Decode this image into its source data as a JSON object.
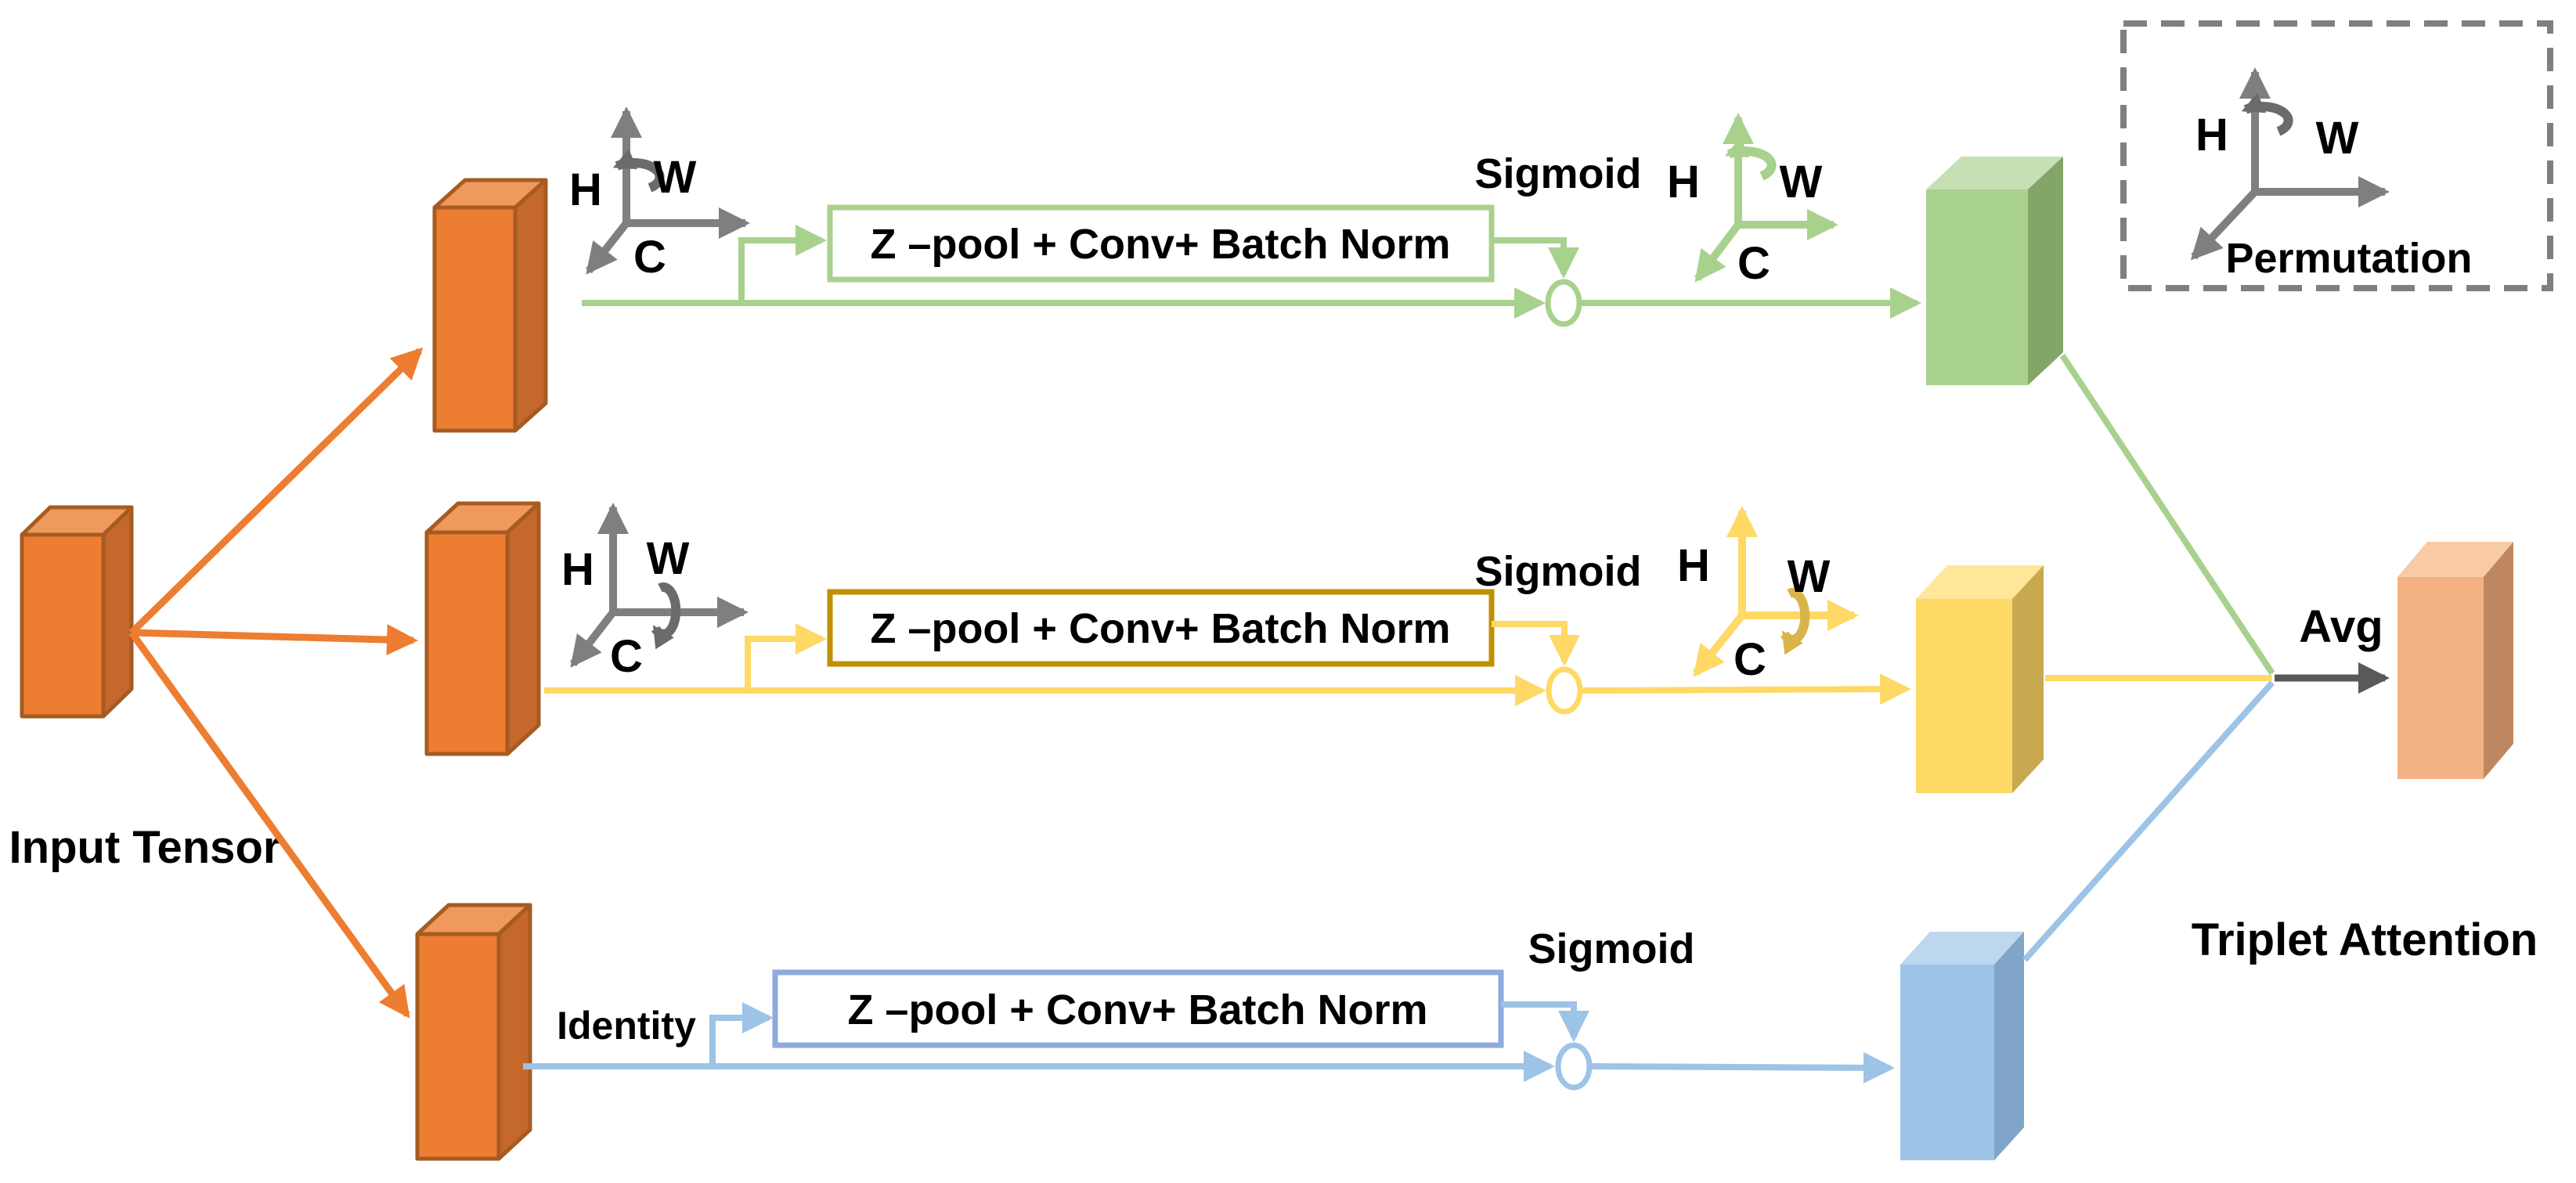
{
  "diagram": {
    "input_tensor_label": "Input Tensor",
    "identity_label": "Identity",
    "zpool_block_label": "Z –pool +  Conv+ Batch Norm",
    "sigmoid_label": "Sigmoid",
    "avg_label": "Avg",
    "output_label": "Triplet Attention",
    "legend_label": "Permutation",
    "axis_labels": {
      "h": "H",
      "w": "W",
      "c": "C"
    },
    "colors": {
      "tensor_orange": "#ED7D31",
      "branch_top_green": "#A9D18E",
      "branch_middle_yellow": "#FFD966",
      "branch_middle_box_border_gold": "#BF9000",
      "branch_bottom_blue": "#9DC3E6",
      "branch_bottom_box_border_blue": "#8FAADC",
      "output_tensor_salmon": "#F4B183",
      "axes_gray": "#7F7F7F",
      "avg_arrow_gray": "#595959",
      "text_black": "#000000",
      "background_white": "#FFFFFF"
    }
  }
}
